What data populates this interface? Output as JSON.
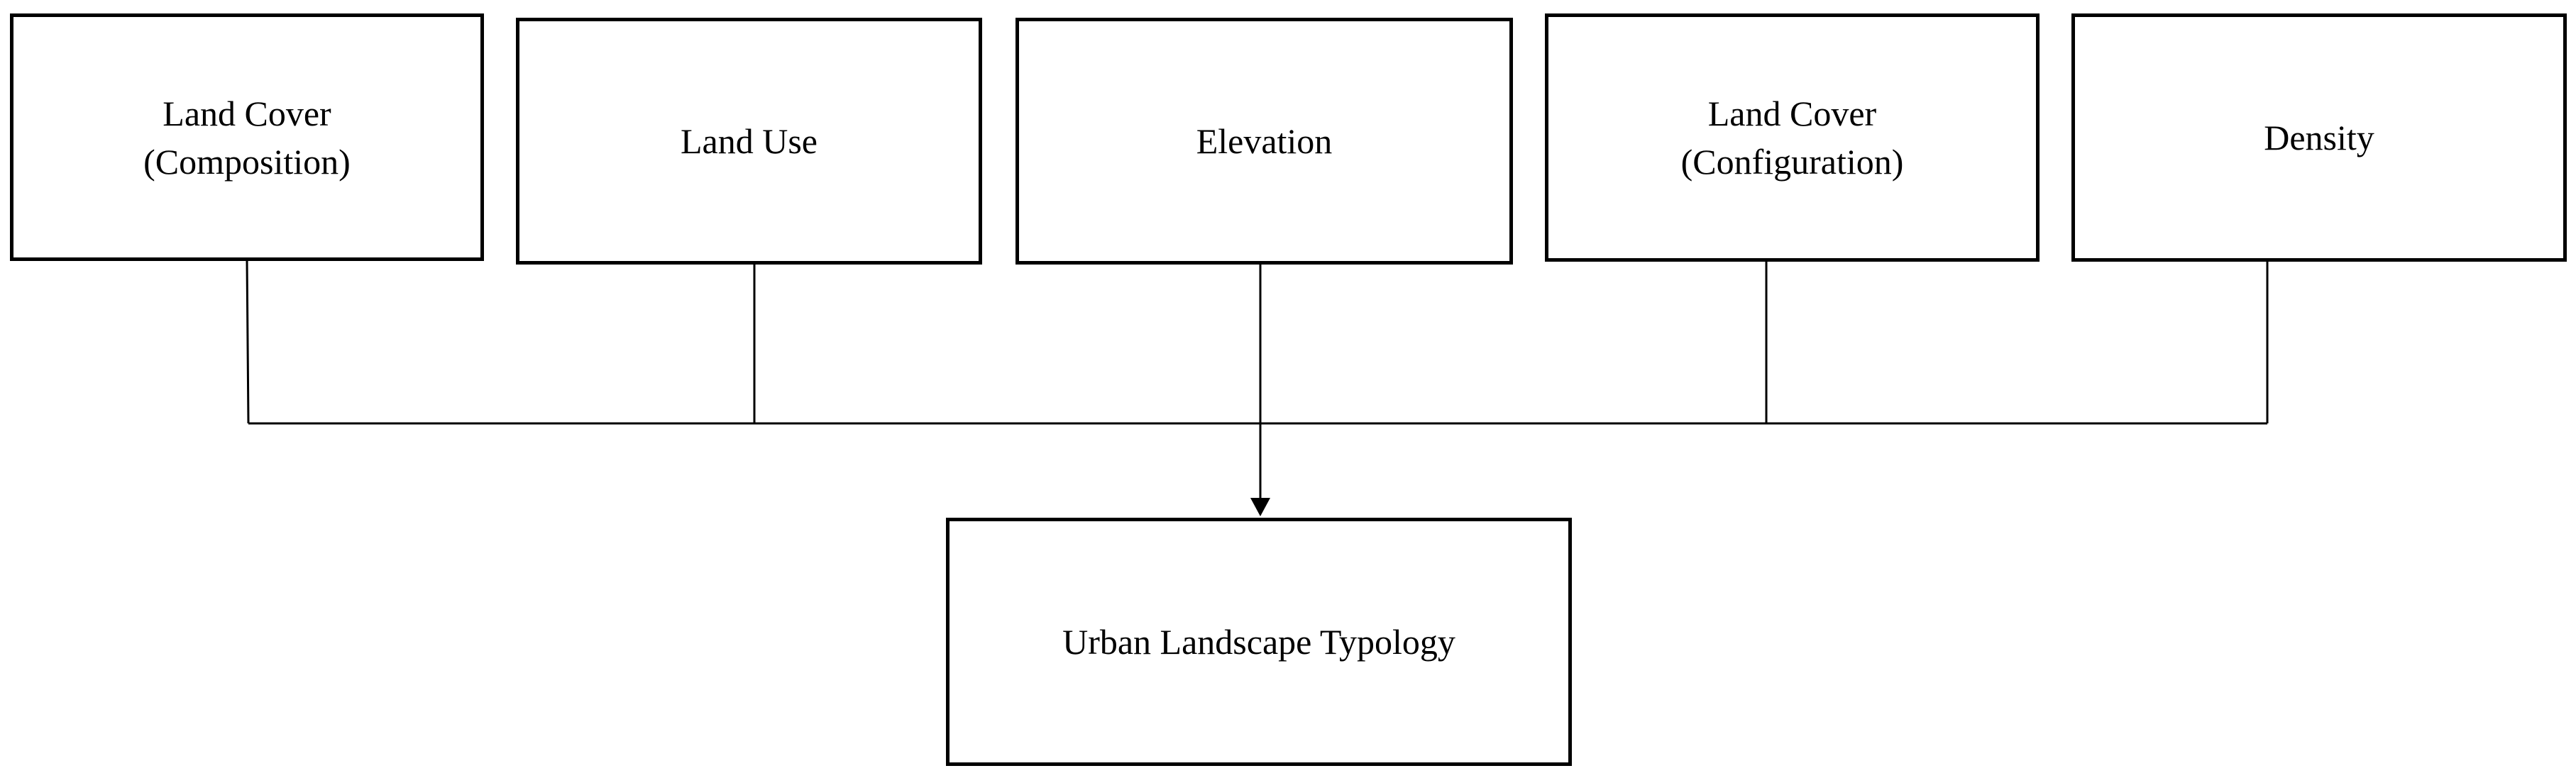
{
  "diagram": {
    "inputs": [
      {
        "label": "Land Cover\n(Composition)"
      },
      {
        "label": "Land Use"
      },
      {
        "label": "Elevation"
      },
      {
        "label": "Land Cover\n(Configuration)"
      },
      {
        "label": "Density"
      }
    ],
    "output": {
      "label": "Urban Landscape Typology"
    },
    "colors": {
      "stroke": "#000000",
      "background": "#ffffff"
    }
  }
}
